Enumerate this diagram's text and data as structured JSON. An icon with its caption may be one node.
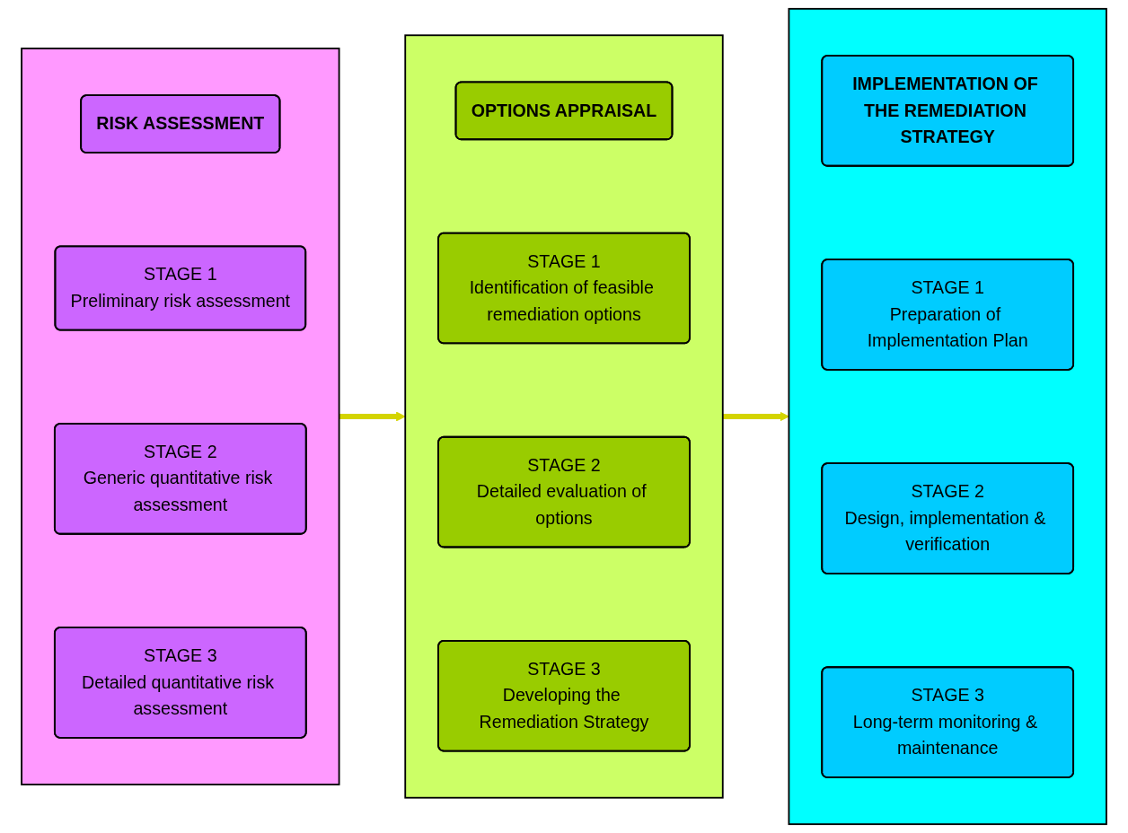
{
  "diagram": {
    "nodes": [
      {
        "text": [],
        "shape": "box"
      },
      {
        "text": [
          "RISK ASSESSMENT"
        ],
        "in": 0
      },
      {
        "text": [
          "STAGE 1",
          "Preliminary risk assessment"
        ],
        "in": 0
      },
      {
        "text": [
          "STAGE 2",
          "Generic quantitative risk assessment"
        ],
        "in": 0
      },
      {
        "text": [
          "STAGE 3",
          "Detailed quantitative risk assessment"
        ],
        "in": 0
      },
      {
        "text": [],
        "shape": "box"
      },
      {
        "text": [
          "OPTIONS APPRAISAL"
        ],
        "in": 5
      },
      {
        "text": [
          "STAGE 1",
          "Identification of feasible remediation options"
        ],
        "in": 5
      },
      {
        "text": [
          "STAGE 2",
          "Detailed evaluation of options"
        ],
        "in": 5
      },
      {
        "text": [
          "STAGE 3",
          "Developing the Remediation Strategy"
        ],
        "in": 5
      },
      {
        "text": [],
        "shape": "box"
      },
      {
        "text": [
          "IMPLEMENTATION OF THE REMEDIATION STRATEGY"
        ],
        "in": 10
      },
      {
        "text": [
          "STAGE 1",
          "Preparation of Implementation Plan"
        ],
        "in": 10
      },
      {
        "text": [
          "STAGE 2",
          "Design, implementation & verification"
        ],
        "in": 10
      },
      {
        "text": [
          "STAGE 3",
          "Long-term monitoring & maintenance"
        ],
        "in": 10
      }
    ],
    "edges": [
      {
        "from": 0,
        "to": 5,
        "arrow": "to"
      },
      {
        "from": 5,
        "to": 10,
        "arrow": "to"
      }
    ]
  }
}
